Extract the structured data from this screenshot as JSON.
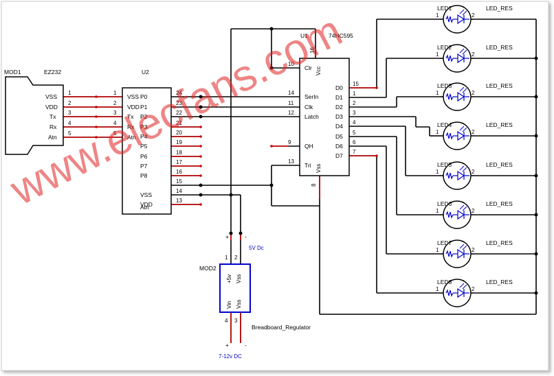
{
  "watermark": "www.elecfans.com",
  "mod1": {
    "ref": "MOD1",
    "part": "EZ232",
    "pins": [
      {
        "name": "VSS",
        "num": "1"
      },
      {
        "name": "VDD",
        "num": "2"
      },
      {
        "name": "Tx",
        "num": "3"
      },
      {
        "name": "Rx",
        "num": "4"
      },
      {
        "name": "Atn",
        "num": "5"
      }
    ]
  },
  "u2": {
    "ref": "U2",
    "left_pins": [
      {
        "name": "VSS",
        "num": "1"
      },
      {
        "name": "VDD",
        "num": "2"
      },
      {
        "name": "Tx",
        "num": "3"
      },
      {
        "name": "Rx",
        "num": "4"
      },
      {
        "name": "Atn",
        "num": "5"
      }
    ],
    "right_pins": [
      {
        "name": "P0",
        "num": "24"
      },
      {
        "name": "P1",
        "num": "23"
      },
      {
        "name": "P2",
        "num": "22"
      },
      {
        "name": "P3",
        "num": "21"
      },
      {
        "name": "P4",
        "num": "20"
      },
      {
        "name": "P5",
        "num": "19"
      },
      {
        "name": "P6",
        "num": "18"
      },
      {
        "name": "P7",
        "num": "17"
      },
      {
        "name": "P8",
        "num": "16"
      },
      {
        "name": "",
        "num": "15"
      },
      {
        "name": "VSS",
        "num": "14"
      },
      {
        "name": "VDD",
        "num": "13"
      },
      {
        "name": "Atn",
        "num": ""
      }
    ]
  },
  "u1": {
    "ref": "U1",
    "part": "74HC595",
    "vcc": {
      "name": "Vcc",
      "num": "16"
    },
    "vss": {
      "name": "Vss",
      "num": "8"
    },
    "left_pins": [
      {
        "name": "Clr",
        "num": "10"
      },
      {
        "name": "SerIn",
        "num": "14"
      },
      {
        "name": "Clk",
        "num": "11"
      },
      {
        "name": "Latch",
        "num": "12"
      },
      {
        "name": "QH",
        "num": "9"
      },
      {
        "name": "Tri",
        "num": "13"
      }
    ],
    "right_pins": [
      {
        "name": "D0",
        "num": "15"
      },
      {
        "name": "D1",
        "num": "1"
      },
      {
        "name": "D2",
        "num": "2"
      },
      {
        "name": "D3",
        "num": "3"
      },
      {
        "name": "D4",
        "num": "4"
      },
      {
        "name": "D5",
        "num": "5"
      },
      {
        "name": "D6",
        "num": "6"
      },
      {
        "name": "D7",
        "num": "7"
      }
    ]
  },
  "leds": [
    {
      "ref": "LED1",
      "res": "LED_RES"
    },
    {
      "ref": "LED2",
      "res": "LED_RES"
    },
    {
      "ref": "LED3",
      "res": "LED_RES"
    },
    {
      "ref": "LED4",
      "res": "LED_RES"
    },
    {
      "ref": "LED5",
      "res": "LED_RES"
    },
    {
      "ref": "LED6",
      "res": "LED_RES"
    },
    {
      "ref": "LED7",
      "res": "LED_RES"
    },
    {
      "ref": "LED8",
      "res": "LED_RES"
    }
  ],
  "led_pins": {
    "a": "1",
    "k": "2"
  },
  "mod2": {
    "ref": "MOD2",
    "part": "Breadboard_Regulator",
    "pins": [
      {
        "name": "+5v",
        "num": "1"
      },
      {
        "name": "Vss",
        "num": "2"
      },
      {
        "name": "Vin",
        "num": "4"
      },
      {
        "name": "Vss",
        "num": "3"
      }
    ],
    "out_label": "5V Dc",
    "in_label": "7-12v DC",
    "plus": "+",
    "minus": "-"
  }
}
